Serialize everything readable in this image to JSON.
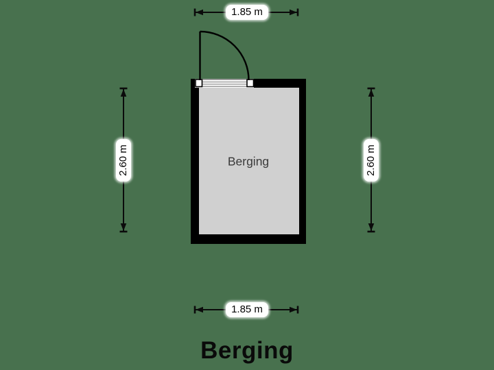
{
  "title": "Berging",
  "floorplan": {
    "room": {
      "label": "Berging"
    },
    "dimensions": {
      "top": {
        "label": "1.85 m"
      },
      "bottom": {
        "label": "1.85 m"
      },
      "left": {
        "label": "2.60 m"
      },
      "right": {
        "label": "2.60 m"
      }
    },
    "colors": {
      "background": "#48714E",
      "wall": "#000000",
      "floor": "#D0D0D0",
      "label_bg": "#FFFFFF"
    }
  }
}
